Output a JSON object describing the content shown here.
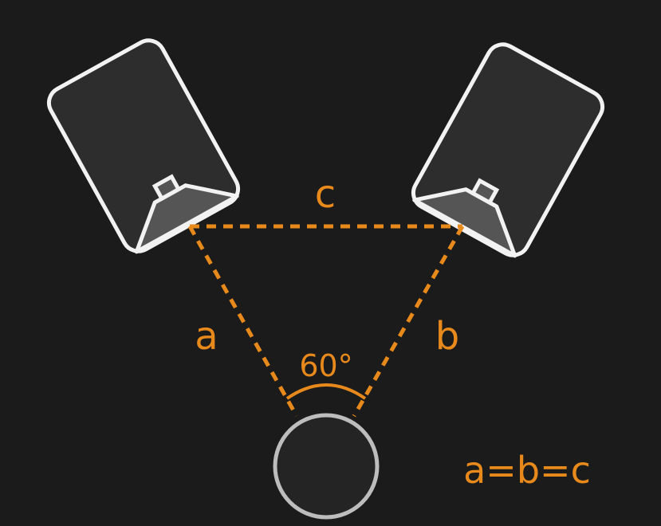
{
  "labels": {
    "side_c": "c",
    "side_a": "a",
    "side_b": "b",
    "angle": "60°",
    "equation": "a=b=c"
  },
  "colors": {
    "background": "#1b1b1b",
    "accent": "#e8891c",
    "outline": "#f2f2f2",
    "speaker_fill": "#2d2d2d",
    "cone_fill": "#555555",
    "listener_fill": "#242424",
    "listener_stroke": "#bdbdbd"
  },
  "icons": {
    "left_speaker": "speaker-icon",
    "right_speaker": "speaker-icon",
    "listener": "listener-head-icon"
  }
}
